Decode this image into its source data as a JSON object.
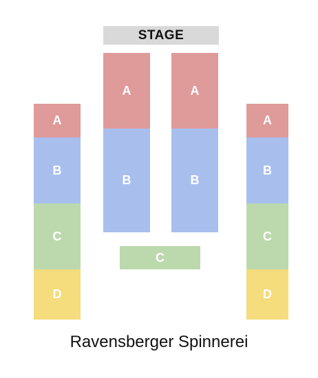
{
  "stage": {
    "label": "STAGE"
  },
  "venue": {
    "name": "Ravensberger Spinnerei"
  },
  "colors": {
    "section_a": "#df9a9a",
    "section_b": "#a8bfee",
    "section_c": "#bcd9ad",
    "section_d": "#f5dc7d",
    "stage": "#d9d9d9"
  },
  "sections": {
    "left": {
      "a": "A",
      "b": "B",
      "c": "C",
      "d": "D"
    },
    "center_left": {
      "a": "A",
      "b": "B"
    },
    "center_right": {
      "a": "A",
      "b": "B"
    },
    "center_bottom": {
      "c": "C"
    },
    "right": {
      "a": "A",
      "b": "B",
      "c": "C",
      "d": "D"
    }
  }
}
